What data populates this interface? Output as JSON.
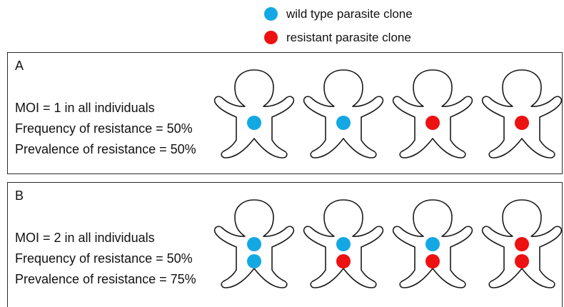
{
  "legend": [
    {
      "label": "wild type parasite clone",
      "color": "#13a8e3"
    },
    {
      "label": "resistant parasite clone",
      "color": "#ee1111"
    }
  ],
  "panels": [
    {
      "letter": "A",
      "lines": [
        "MOI = 1 in all individuals",
        "Frequency of resistance = 50%",
        "Prevalence of resistance = 50%"
      ],
      "individuals": [
        [
          "wild"
        ],
        [
          "wild"
        ],
        [
          "resistant"
        ],
        [
          "resistant"
        ]
      ]
    },
    {
      "letter": "B",
      "lines": [
        "MOI = 2 in all individuals",
        "Frequency of resistance = 50%",
        "Prevalence of resistance = 75%"
      ],
      "individuals": [
        [
          "wild",
          "wild"
        ],
        [
          "wild",
          "resistant"
        ],
        [
          "wild",
          "resistant"
        ],
        [
          "resistant",
          "resistant"
        ]
      ]
    }
  ]
}
